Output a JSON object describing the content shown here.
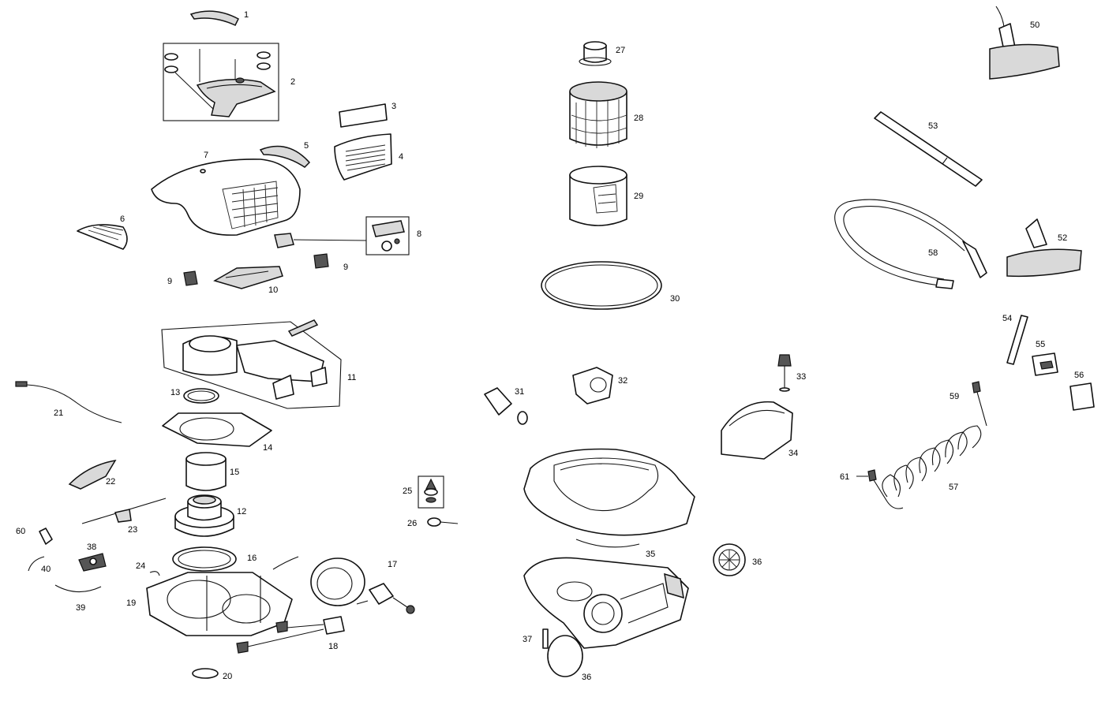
{
  "labels": {
    "p1": "1",
    "p2": "2",
    "p3": "3",
    "p4": "4",
    "p5": "5",
    "p6": "6",
    "p7": "7",
    "p8": "8",
    "p9a": "9",
    "p9b": "9",
    "p10": "10",
    "p11": "11",
    "p12": "12",
    "p13": "13",
    "p14": "14",
    "p15": "15",
    "p16": "16",
    "p17": "17",
    "p18": "18",
    "p19": "19",
    "p20": "20",
    "p21": "21",
    "p22": "22",
    "p23": "23",
    "p24": "24",
    "p25": "25",
    "p26": "26",
    "p27": "27",
    "p28": "28",
    "p29": "29",
    "p30": "30",
    "p31": "31",
    "p32": "32",
    "p33": "33",
    "p34": "34",
    "p35": "35",
    "p36a": "36",
    "p36b": "36",
    "p37": "37",
    "p38": "38",
    "p39": "39",
    "p40": "40",
    "p50": "50",
    "p52": "52",
    "p53": "53",
    "p54": "54",
    "p55": "55",
    "p56": "56",
    "p57": "57",
    "p58": "58",
    "p59": "59",
    "p60": "60",
    "p61": "61"
  }
}
